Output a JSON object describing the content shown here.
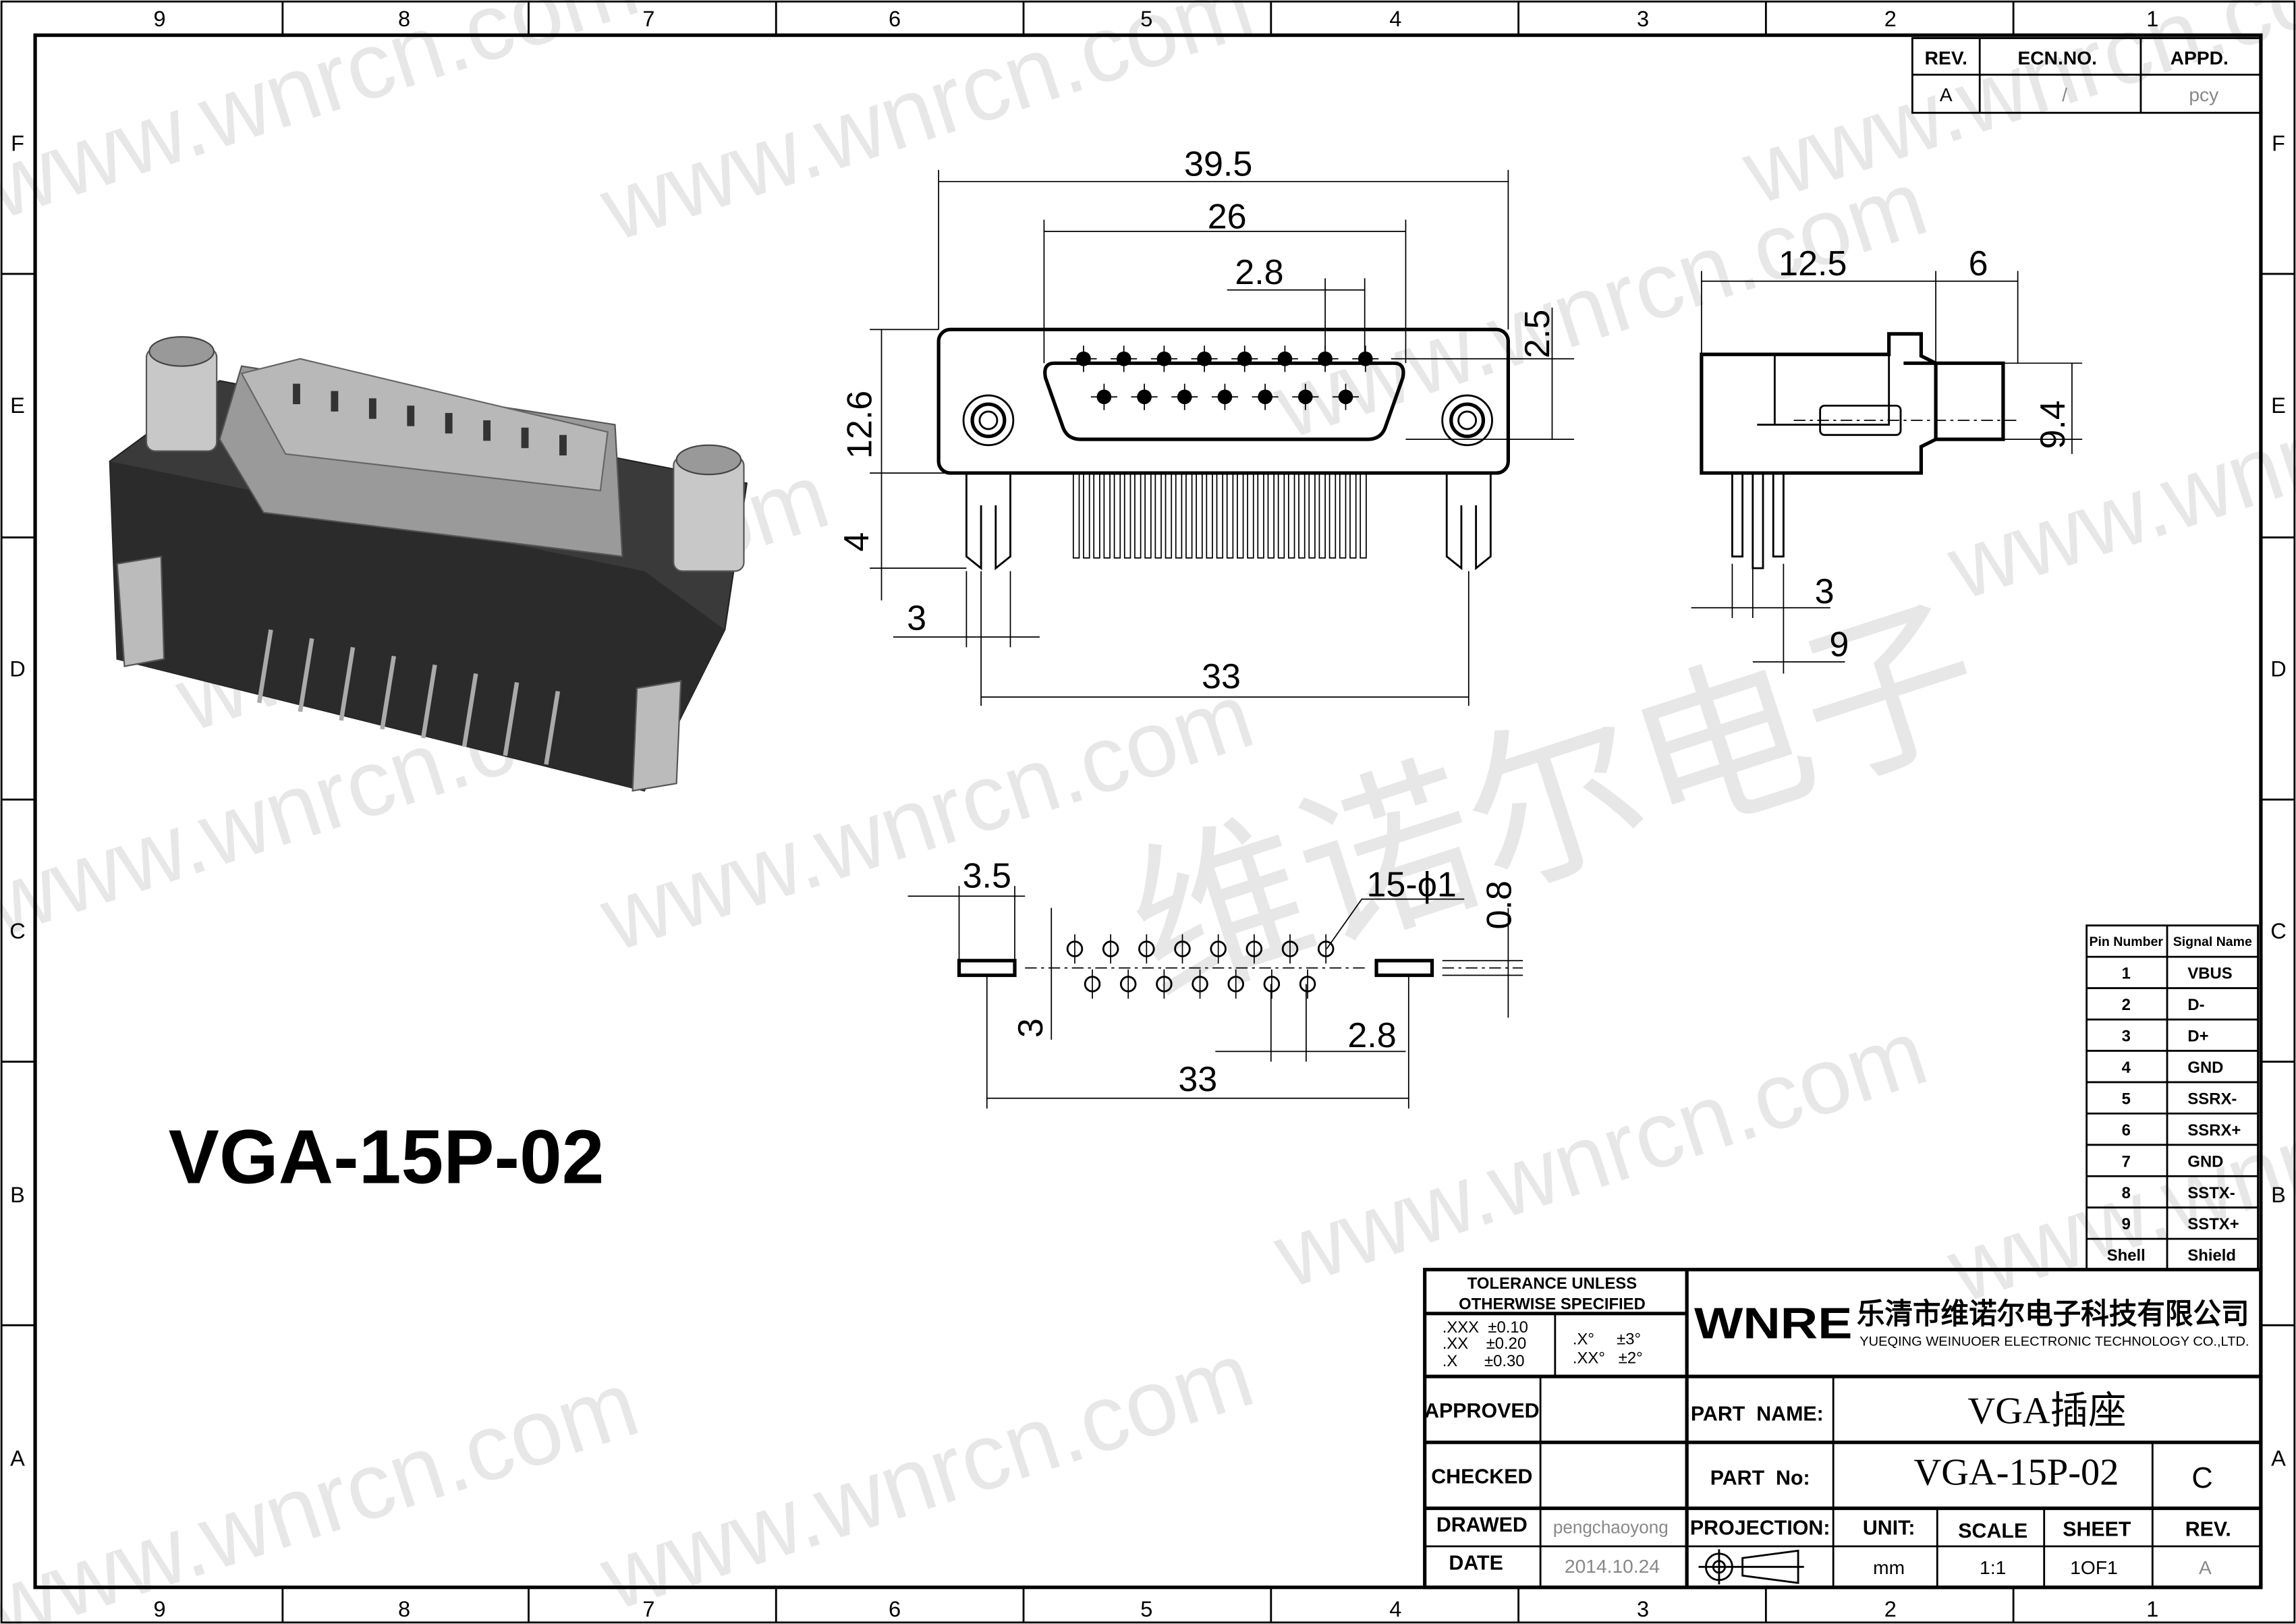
{
  "frame": {
    "columns": [
      "9",
      "8",
      "7",
      "6",
      "5",
      "4",
      "3",
      "2",
      "1"
    ],
    "rows": [
      "F",
      "E",
      "D",
      "C",
      "B",
      "A"
    ]
  },
  "revision_table": {
    "headers": [
      "REV.",
      "ECN.NO.",
      "APPD."
    ],
    "row": [
      "A",
      "/",
      "pcy"
    ]
  },
  "model_label": "VGA-15P-02",
  "watermarks": {
    "url": "www.wnrcn.com",
    "chinese": "维诺尔电子"
  },
  "dimensions": {
    "front": {
      "overall_width": "39.5",
      "shell_width": "26",
      "pin_pitch": "2.8",
      "pin_offset": "2.5",
      "height": "12.6",
      "tail": "4",
      "post_offset": "3",
      "mount_spacing": "33"
    },
    "side": {
      "depth": "12.5",
      "flange": "6",
      "height": "9.4",
      "pin_pitch": "3",
      "pin_span": "9"
    },
    "footprint": {
      "pad_width": "3.5",
      "holes": "15-ϕ1",
      "slot": "0.8",
      "row_spacing": "3",
      "pitch": "2.8",
      "span": "33"
    }
  },
  "pin_table": {
    "headers": [
      "Pin Number",
      "Signal Name"
    ],
    "rows": [
      [
        "1",
        "VBUS"
      ],
      [
        "2",
        "D-"
      ],
      [
        "3",
        "D+"
      ],
      [
        "4",
        "GND"
      ],
      [
        "5",
        "SSRX-"
      ],
      [
        "6",
        "SSRX+"
      ],
      [
        "7",
        "GND"
      ],
      [
        "8",
        "SSTX-"
      ],
      [
        "9",
        "SSTX+"
      ],
      [
        "Shell",
        "Shield"
      ]
    ]
  },
  "title_block": {
    "tolerance_title_1": "TOLERANCE  UNLESS",
    "tolerance_title_2": "OTHERWISE  SPECIFIED",
    "tolerances": [
      ".XXX  ±0.10",
      ".XX    ±0.20",
      ".X      ±0.30"
    ],
    "angular": [
      ".X°     ±3°",
      ".XX°   ±2°"
    ],
    "logo": "WNRE",
    "company_cn": "乐清市维诺尔电子科技有限公司",
    "company_en": "YUEQING WEINUOER ELECTRONIC TECHNOLOGY CO.,LTD.",
    "approved_label": "APPROVED",
    "checked_label": "CHECKED",
    "drawed_label": "DRAWED",
    "drawed_value": "pengchaoyong",
    "date_label": "DATE",
    "date_value": "2014.10.24",
    "part_name_label": "PART  NAME:",
    "part_name_value": "VGA插座",
    "part_no_label": "PART  No:",
    "part_no_value": "VGA-15P-02",
    "part_no_rev": "C",
    "projection_label": "PROJECTION:",
    "unit_label": "UNIT:",
    "unit_value": "mm",
    "scale_label": "SCALE",
    "scale_value": "1:1",
    "sheet_label": "SHEET",
    "sheet_value": "1OF1",
    "rev_label": "REV.",
    "rev_value": "A"
  }
}
